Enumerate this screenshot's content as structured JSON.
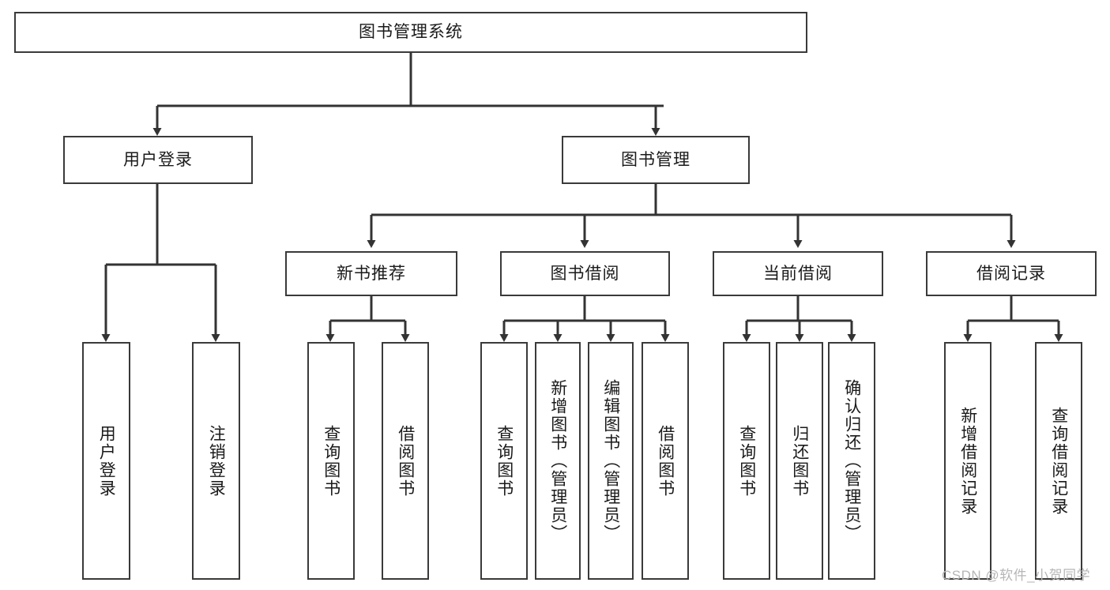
{
  "diagram": {
    "type": "tree-hierarchy",
    "title": "图书管理系统",
    "watermark": "CSDN @软件_小贺同学",
    "colors": {
      "box_border": "#3a3a3a",
      "box_fill": "#ffffff",
      "connector": "#333333",
      "text": "#1a1a1a",
      "watermark": "#b6b6b6"
    },
    "root": {
      "label": "图书管理系统"
    },
    "level2": [
      {
        "label": "用户登录"
      },
      {
        "label": "图书管理"
      }
    ],
    "level3": [
      {
        "label": "新书推荐"
      },
      {
        "label": "图书借阅"
      },
      {
        "label": "当前借阅"
      },
      {
        "label": "借阅记录"
      }
    ],
    "leaves": {
      "user_login": [
        {
          "label": "用户登录"
        },
        {
          "label": "注销登录"
        }
      ],
      "new_book": [
        {
          "label": "查询图书"
        },
        {
          "label": "借阅图书"
        }
      ],
      "borrow_book": [
        {
          "label": "查询图书"
        },
        {
          "label": "新增图书（管理员）"
        },
        {
          "label": "编辑图书（管理员）"
        },
        {
          "label": "借阅图书"
        }
      ],
      "current_borrow": [
        {
          "label": "查询图书"
        },
        {
          "label": "归还图书"
        },
        {
          "label": "确认归还（管理员）"
        }
      ],
      "borrow_record": [
        {
          "label": "新增借阅记录"
        },
        {
          "label": "查询借阅记录"
        }
      ]
    }
  }
}
